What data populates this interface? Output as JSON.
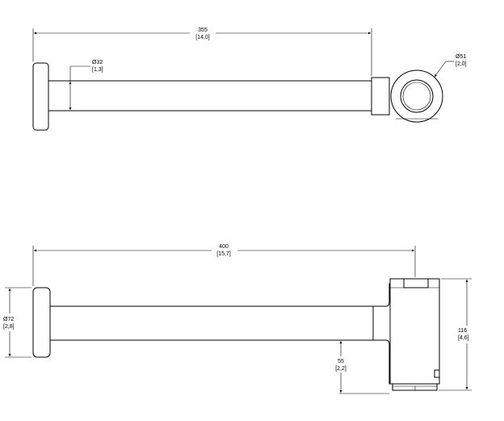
{
  "top_view": {
    "length": {
      "value": "355",
      "imperial": "[14,0]"
    },
    "tube_diameter": {
      "value": "Ø32",
      "imperial": "[1,3]"
    },
    "end_diameter": {
      "value": "Ø51",
      "imperial": "[2,0]"
    }
  },
  "side_view": {
    "length": {
      "value": "400",
      "imperial": "[15,7]"
    },
    "flange_diameter": {
      "value": "Ø72",
      "imperial": "[2,8]"
    },
    "offset": {
      "value": "55",
      "imperial": "[2,2]"
    },
    "height": {
      "value": "116",
      "imperial": "[4,6]"
    }
  }
}
